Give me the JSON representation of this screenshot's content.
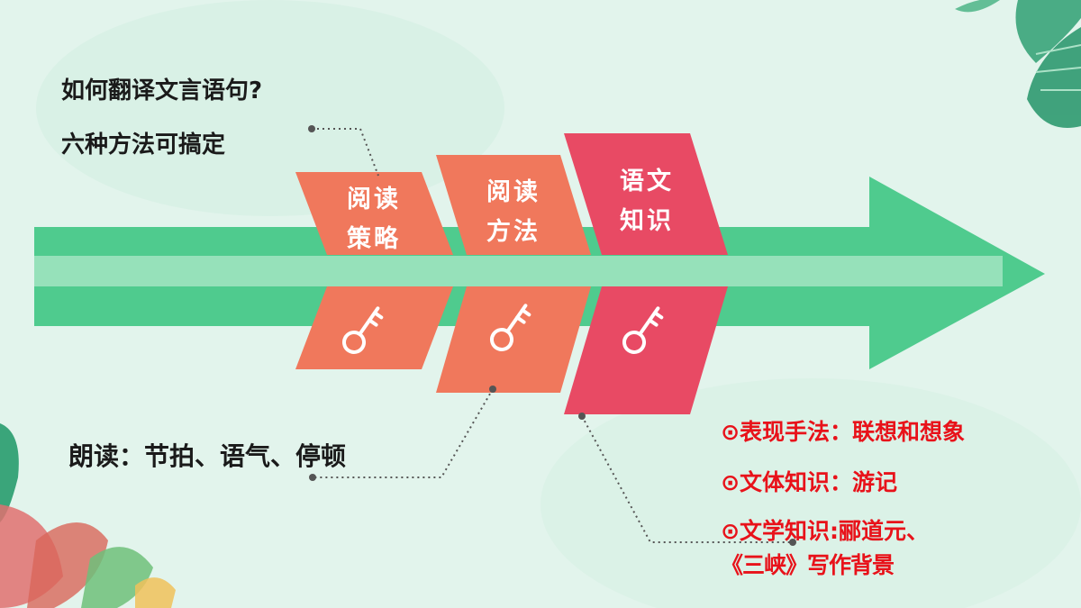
{
  "heading": {
    "line1": "如何翻译文言语句?",
    "line2": "六种方法可搞定"
  },
  "cards": [
    {
      "line1": "阅读",
      "line2": "策略",
      "icon": "key-icon"
    },
    {
      "line1": "阅读",
      "line2": "方法",
      "icon": "key-icon"
    },
    {
      "line1": "语文",
      "line2": "知识",
      "icon": "key-icon"
    }
  ],
  "reading_note": "朗读：节拍、语气、停顿",
  "knowledge_notes": [
    "⊙表现手法：联想和想象",
    "⊙文体知识：游记",
    "⊙文学知识:郦道元、",
    "《三峡》写作背景"
  ],
  "colors": {
    "arrow": "#4fcb8e",
    "arrow_band": "#9de3bf",
    "card_coral": "#f0785c",
    "card_red": "#e84a64",
    "note_red": "#e8121a"
  }
}
